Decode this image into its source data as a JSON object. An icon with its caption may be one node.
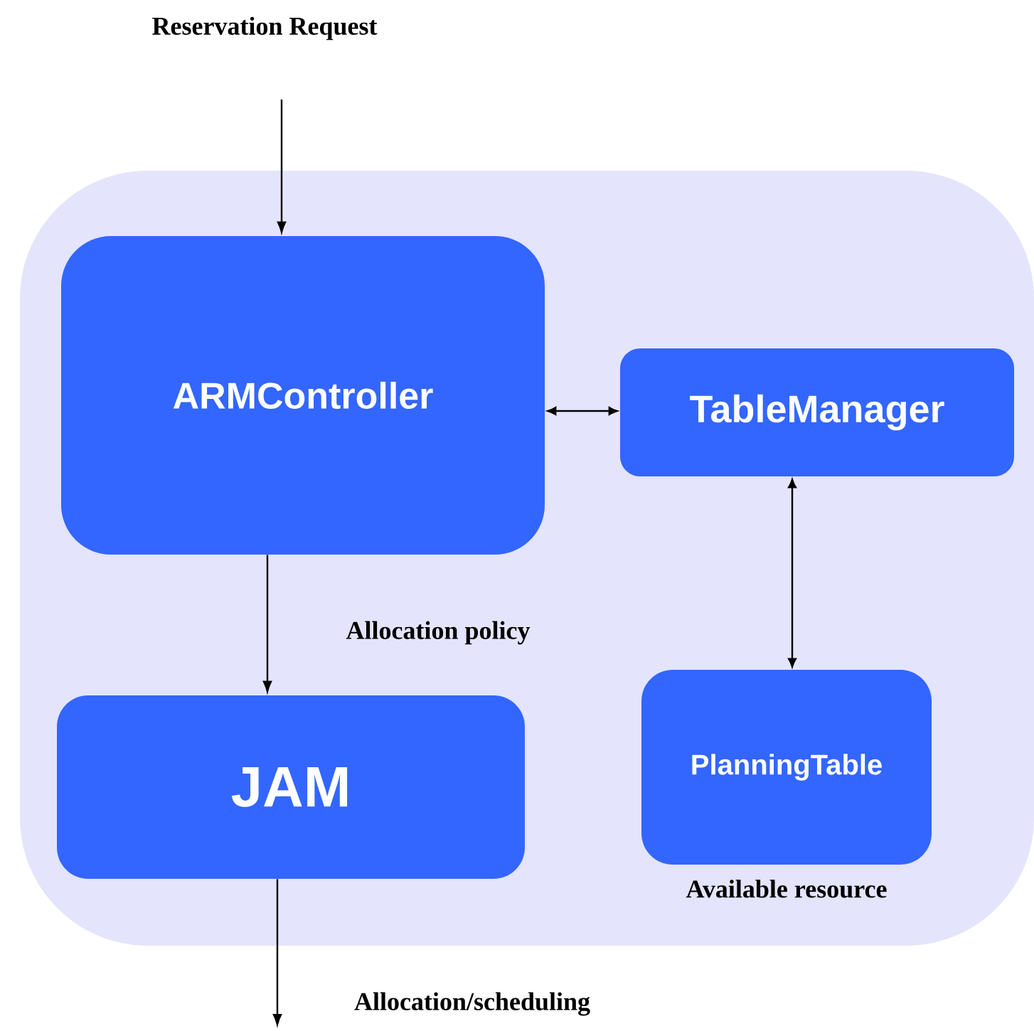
{
  "diagram": {
    "nodes": [
      {
        "text": [],
        "shape": "box"
      },
      {
        "text": [
          "ARMController"
        ],
        "in": 0
      },
      {
        "text": [
          "TableManager"
        ],
        "in": 0
      },
      {
        "text": [
          "JAM"
        ],
        "in": 0
      },
      {
        "text": [
          "PlanningTable"
        ],
        "in": 0,
        "beside": [
          "Available resource"
        ]
      }
    ],
    "edges": [
      {
        "from": null,
        "to": 1,
        "arrow": "to",
        "label": "Reservation Request"
      },
      {
        "from": 1,
        "to": 2,
        "arrow": "both"
      },
      {
        "from": 1,
        "to": 3,
        "arrow": "to",
        "label": "Allocation policy"
      },
      {
        "from": 2,
        "to": 4,
        "arrow": "both"
      },
      {
        "from": 3,
        "to": null,
        "arrow": "to",
        "label": "Allocation/scheduling"
      }
    ]
  }
}
